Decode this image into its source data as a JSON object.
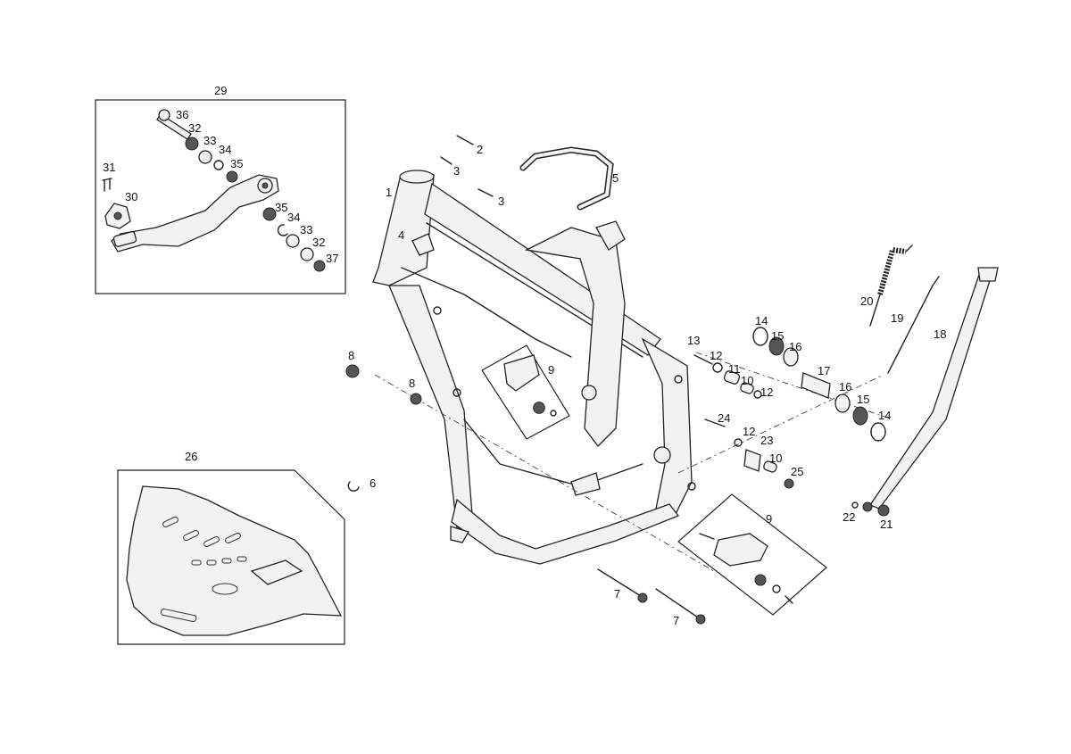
{
  "labels": {
    "l1": "1",
    "l2": "2",
    "l3a": "3",
    "l3b": "3",
    "l4": "4",
    "l5": "5",
    "l6": "6",
    "l7a": "7",
    "l7b": "7",
    "l8a": "8",
    "l8b": "8",
    "l9a": "9",
    "l9b": "9",
    "l10a": "10",
    "l10b": "10",
    "l11": "11",
    "l12a": "12",
    "l12b": "12",
    "l12c": "12",
    "l13": "13",
    "l14a": "14",
    "l14b": "14",
    "l15a": "15",
    "l15b": "15",
    "l16a": "16",
    "l16b": "16",
    "l17": "17",
    "l18": "18",
    "l19": "19",
    "l20": "20",
    "l21": "21",
    "l22": "22",
    "l23": "23",
    "l24": "24",
    "l25": "25",
    "l26": "26",
    "l29": "29",
    "l30": "30",
    "l31": "31",
    "l32a": "32",
    "l32b": "32",
    "l33a": "33",
    "l33b": "33",
    "l34a": "34",
    "l34b": "34",
    "l35a": "35",
    "l35b": "35",
    "l36": "36",
    "l37": "37"
  }
}
